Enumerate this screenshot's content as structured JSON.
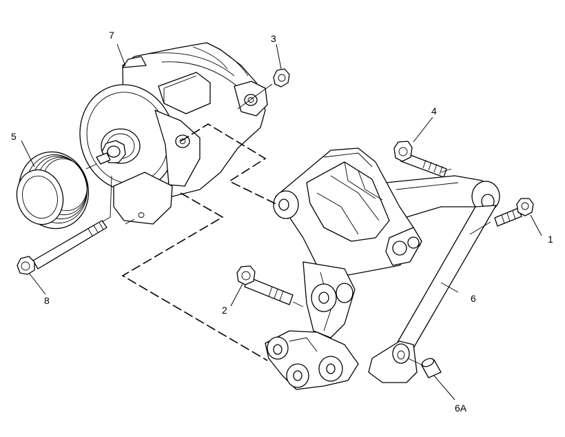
{
  "diagram": {
    "callouts": {
      "c1": "1",
      "c2": "2",
      "c3": "3",
      "c4": "4",
      "c5": "5",
      "c6": "6",
      "c6a": "6A",
      "c7": "7",
      "c8": "8"
    }
  }
}
